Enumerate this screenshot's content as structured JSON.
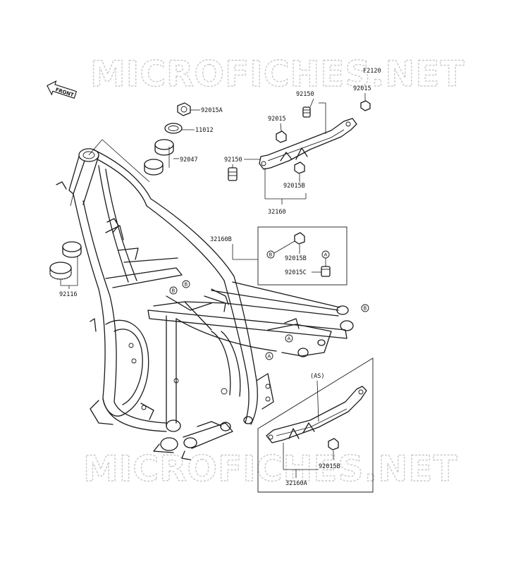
{
  "watermark": {
    "top": "MICROFICHES.NET",
    "bottom": "MICROFICHES.NET"
  },
  "figure_code": "F2120",
  "front_arrow": {
    "label": "FRONT",
    "icon": "front-arrow-icon"
  },
  "parts": [
    {
      "key": "p92015A",
      "label": "92015A"
    },
    {
      "key": "p11012",
      "label": "11012"
    },
    {
      "key": "p92047",
      "label": "92047"
    },
    {
      "key": "p92116",
      "label": "92116"
    },
    {
      "key": "p92150a",
      "label": "92150"
    },
    {
      "key": "p92015a",
      "label": "92015"
    },
    {
      "key": "p92015b",
      "label": "92015"
    },
    {
      "key": "p92150b",
      "label": "92150"
    },
    {
      "key": "p92015B_top",
      "label": "92015B"
    },
    {
      "key": "p32160",
      "label": "32160"
    },
    {
      "key": "p32160B",
      "label": "32160B"
    },
    {
      "key": "p92015B_box",
      "label": "92015B"
    },
    {
      "key": "p92015C",
      "label": "92015C"
    },
    {
      "key": "pAS",
      "label": "(AS)"
    },
    {
      "key": "p92015B_low",
      "label": "92015B"
    },
    {
      "key": "p32160A",
      "label": "32160A"
    }
  ],
  "callouts": {
    "A": "A",
    "B": "B"
  }
}
